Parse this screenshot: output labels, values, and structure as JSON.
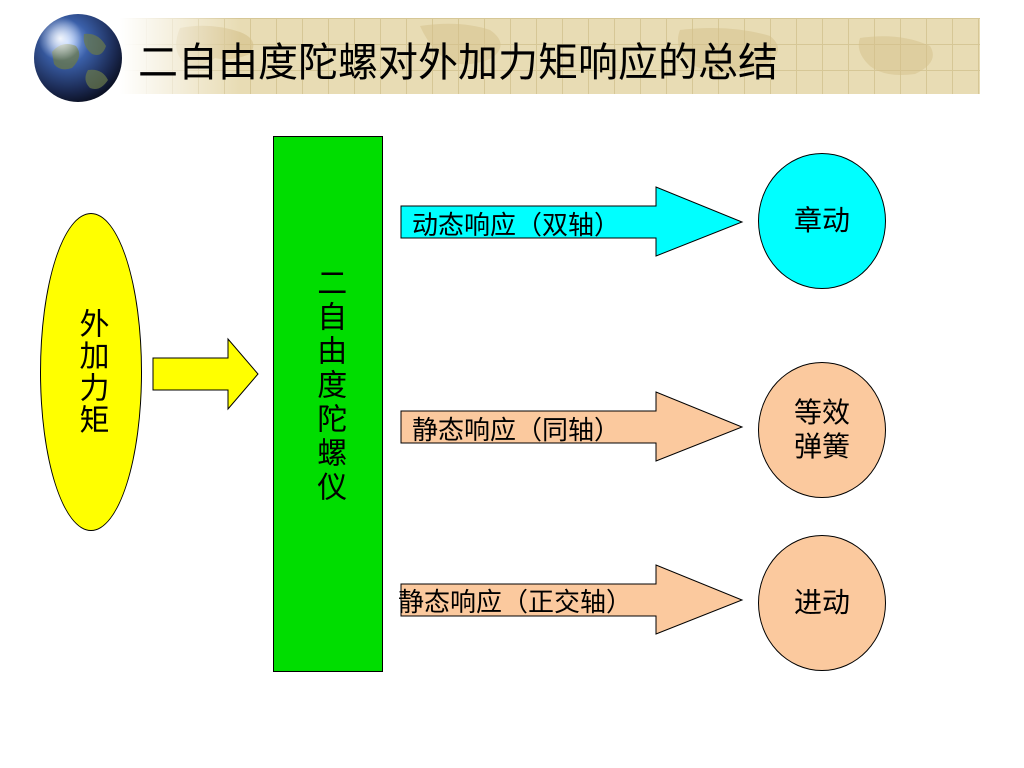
{
  "title": "二自由度陀螺对外加力矩响应的总结",
  "input": {
    "label": "外加力矩"
  },
  "gyro": {
    "label": "二自由度陀螺仪"
  },
  "responses": [
    {
      "label": "动态响应（双轴）",
      "result": "章动"
    },
    {
      "label": "静态响应（同轴）",
      "result_line1": "等效",
      "result_line2": "弹簧"
    },
    {
      "label": "静态响应（正交轴）",
      "result": "进动"
    }
  ],
  "colors": {
    "input_fill": "#ffff00",
    "gyro_fill": "#00dd00",
    "dynamic_fill": "#00ffff",
    "static_fill": "#fbc99e"
  },
  "icons": {
    "logo": "globe-icon"
  }
}
